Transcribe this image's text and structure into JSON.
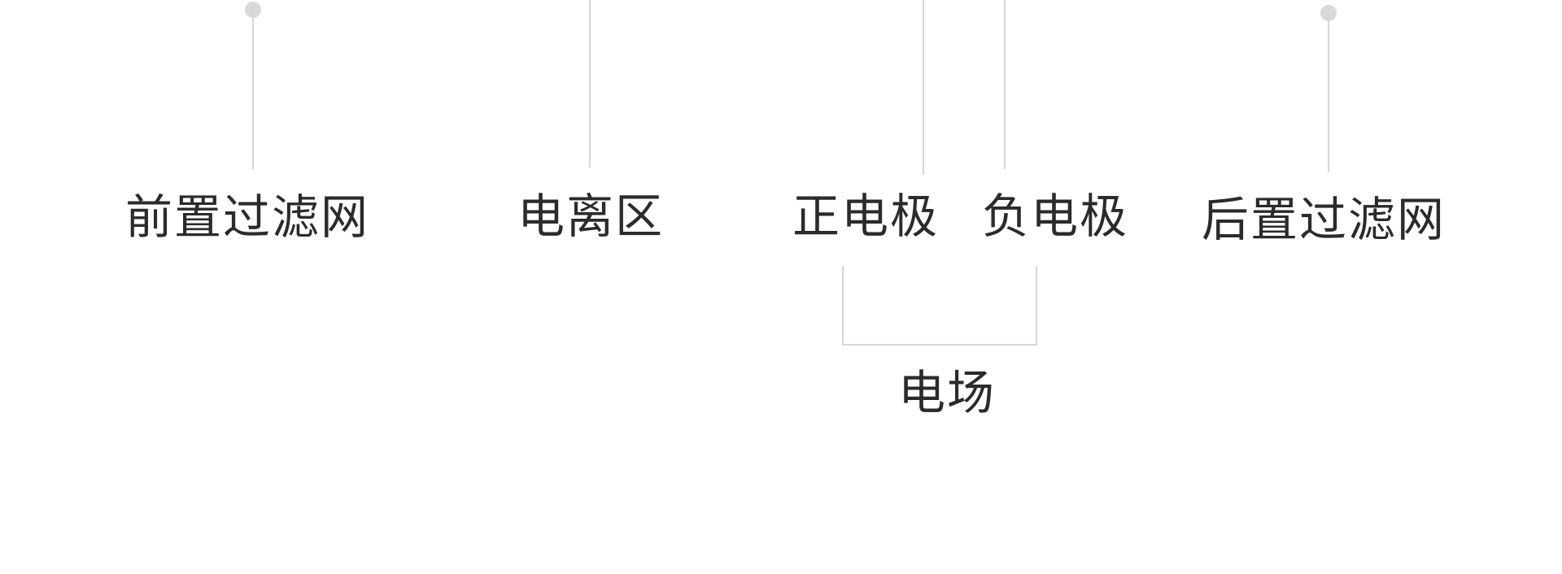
{
  "diagram": {
    "title": "",
    "line_color": "#d6d6d6",
    "text_color": "#2b2b2b",
    "labels": {
      "pre_filter": "前置过滤网",
      "ionization_zone": "电离区",
      "positive_electrode": "正电极",
      "negative_electrode": "负电极",
      "post_filter": "后置过滤网",
      "electric_field": "电场"
    },
    "groups": [
      {
        "name": "electric_field",
        "members": [
          "positive_electrode",
          "negative_electrode"
        ]
      }
    ]
  }
}
